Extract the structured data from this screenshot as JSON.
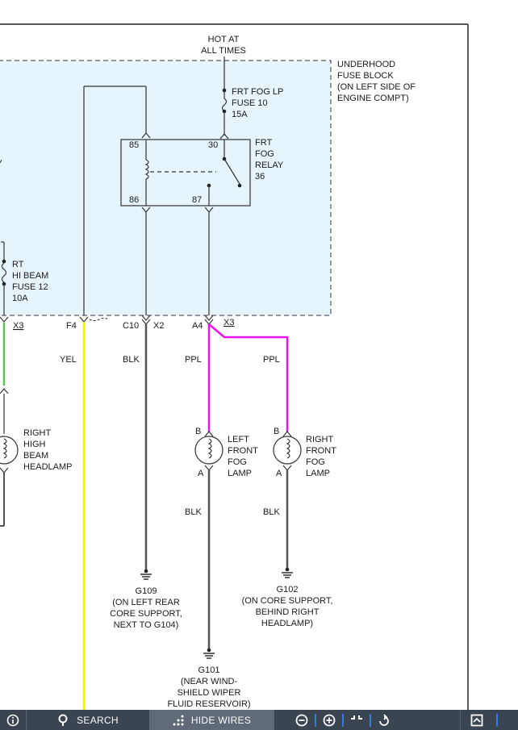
{
  "colors": {
    "fuse_block_fill": "#e6f4fb",
    "wire_yellow": "#f2f200",
    "wire_green": "#59c24c",
    "wire_purple": "#ee12ee",
    "wire_black": "#555555",
    "toolbar_bg": "#3b4451",
    "toolbar_active": "#5f6977"
  },
  "diagram": {
    "hot_label": [
      "HOT AT",
      "ALL TIMES"
    ],
    "fuse_block_label": [
      "UNDERHOOD",
      "FUSE BLOCK",
      "(ON LEFT SIDE OF",
      "ENGINE COMPT)"
    ],
    "fog_fuse_label": [
      "FRT FOG LP",
      "FUSE 10",
      "15A"
    ],
    "relay_label": [
      "FRT",
      "FOG",
      "RELAY",
      "36"
    ],
    "relay_pins": {
      "p85": "85",
      "p30": "30",
      "p86": "86",
      "p87": "87"
    },
    "hibeam_fuse_label": [
      "RT",
      "HI BEAM",
      "FUSE 12",
      "10A"
    ],
    "connectors": {
      "x3_left": "X3",
      "f4": "F4",
      "c10": "C10",
      "x2": "X2",
      "a4": "A4",
      "x3_right": "X3"
    },
    "wire_colors": {
      "yel": "YEL",
      "blk1": "BLK",
      "ppl1": "PPL",
      "ppl2": "PPL",
      "blk2": "BLK",
      "blk3": "BLK"
    },
    "right_hibeam_label": [
      "RIGHT",
      "HIGH",
      "BEAM",
      "HEADLAMP"
    ],
    "left_fog_label": [
      "LEFT",
      "FRONT",
      "FOG",
      "LAMP"
    ],
    "right_fog_label": [
      "RIGHT",
      "FRONT",
      "FOG",
      "LAMP"
    ],
    "lamp_pins": {
      "lb": "B",
      "la": "A",
      "rb": "B",
      "ra": "A"
    },
    "g109_label": [
      "G109",
      "(ON LEFT REAR",
      "CORE SUPPORT,",
      "NEXT TO G104)"
    ],
    "g102_label": [
      "G102",
      "(ON CORE SUPPORT,",
      "BEHIND RIGHT",
      "HEADLAMP)"
    ],
    "g101_label": [
      "G101",
      "(NEAR WIND-",
      "SHIELD WIPER",
      "FLUID RESERVOIR)"
    ]
  },
  "toolbar": {
    "info_icon": "info-icon",
    "search_label": "SEARCH",
    "hide_wires_label": "HIDE WIRES",
    "icons": [
      "zoom-out-icon",
      "zoom-in-icon",
      "fit-icon",
      "rotate-icon",
      "expand-icon"
    ]
  }
}
